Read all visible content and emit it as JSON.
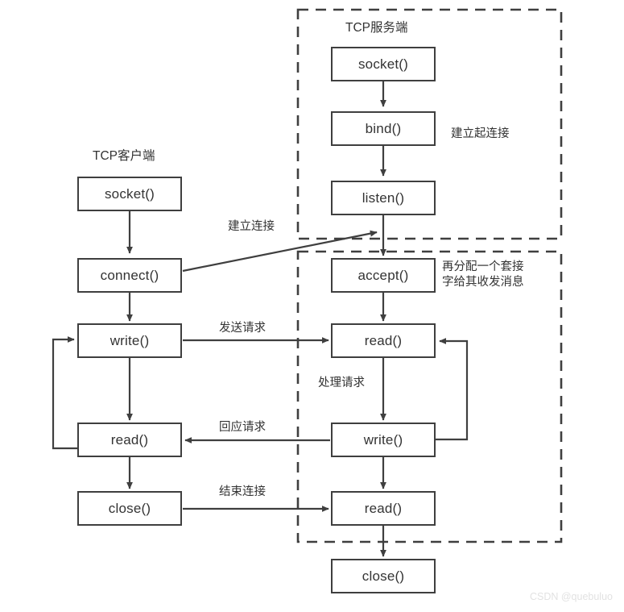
{
  "diagram": {
    "title": "TCP socket communication flow",
    "colors": {
      "stroke": "#3f3f3f",
      "text": "#333333",
      "background": "#ffffff",
      "watermark": "#e2e2e2"
    },
    "groups": [
      {
        "id": "server-setup",
        "label": "TCP服务端"
      },
      {
        "id": "server-session",
        "label": ""
      }
    ],
    "client": {
      "title": "TCP客户端",
      "nodes": [
        {
          "id": "client-socket",
          "label": "socket()"
        },
        {
          "id": "client-connect",
          "label": "connect()"
        },
        {
          "id": "client-write",
          "label": "write()"
        },
        {
          "id": "client-read",
          "label": "read()"
        },
        {
          "id": "client-close",
          "label": "close()"
        }
      ]
    },
    "server": {
      "title": "TCP服务端",
      "nodes": [
        {
          "id": "server-socket",
          "label": "socket()"
        },
        {
          "id": "server-bind",
          "label": "bind()"
        },
        {
          "id": "server-listen",
          "label": "listen()"
        },
        {
          "id": "server-accept",
          "label": "accept()"
        },
        {
          "id": "server-read-1",
          "label": "read()"
        },
        {
          "id": "server-write",
          "label": "write()"
        },
        {
          "id": "server-read-2",
          "label": "read()"
        },
        {
          "id": "server-close",
          "label": "close()"
        }
      ]
    },
    "edge_labels": [
      {
        "id": "establish-connection-server",
        "text": "建立起连接"
      },
      {
        "id": "establish-connection",
        "text": "建立连接"
      },
      {
        "id": "allocate-socket",
        "text": "再分配一个套接字给其收发消息"
      },
      {
        "id": "send-request",
        "text": "发送请求"
      },
      {
        "id": "process-request",
        "text": "处理请求"
      },
      {
        "id": "reply-request",
        "text": "回应请求"
      },
      {
        "id": "close-connection",
        "text": "结束连接"
      }
    ],
    "watermark": "CSDN @quebuluo"
  }
}
